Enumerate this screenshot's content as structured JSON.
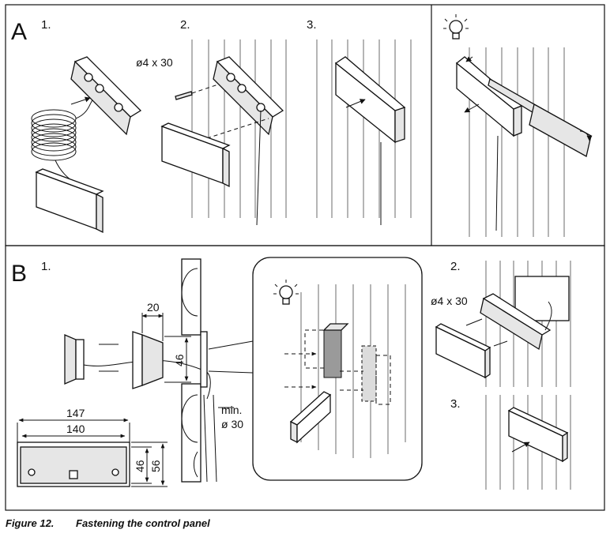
{
  "panel_a": {
    "letter": "A",
    "steps": [
      "1.",
      "2.",
      "3."
    ],
    "screw_label": "ø4 x 30",
    "tip_icon": "lightbulb-icon"
  },
  "panel_b": {
    "letter": "B",
    "steps": [
      "1.",
      "2.",
      "3."
    ],
    "depth_dim": "20",
    "height_dim": "46",
    "hole_label_1": "min.",
    "hole_label_2": "ø 30",
    "width_outer": "147",
    "width_inner": "140",
    "height_inner": "46",
    "height_outer": "56",
    "screw_label": "ø4 x 30",
    "tip_icon": "lightbulb-icon"
  },
  "caption": {
    "number": "Figure 12.",
    "title": "Fastening the control panel"
  }
}
